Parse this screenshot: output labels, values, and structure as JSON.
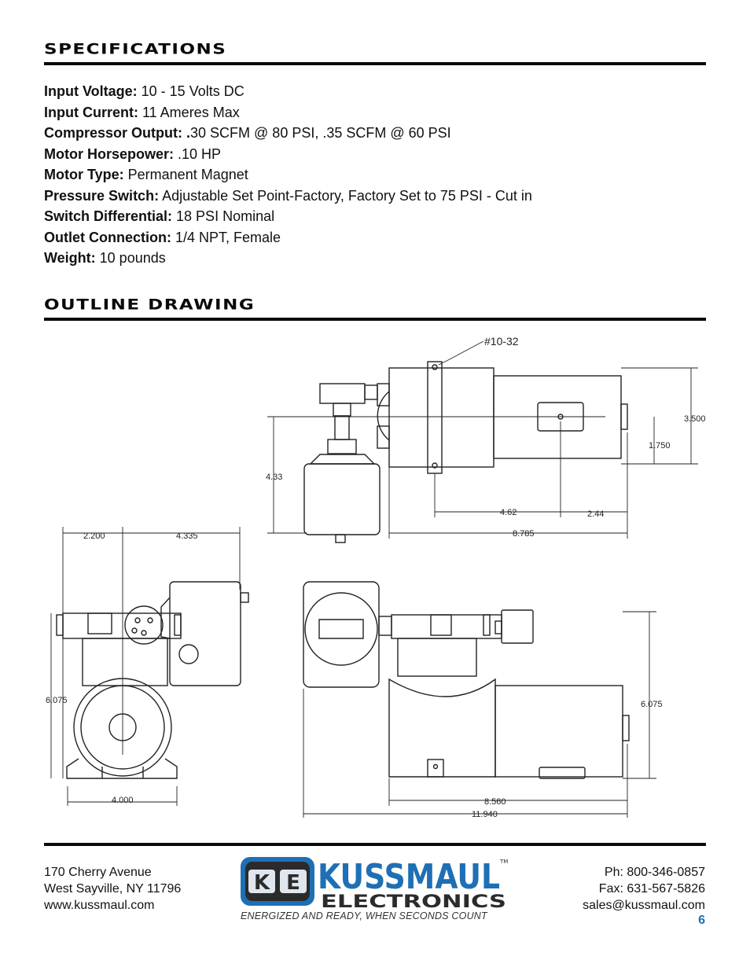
{
  "specifications": {
    "heading": "SPECIFICATIONS",
    "items": [
      {
        "label": "Input Voltage:",
        "value": " 10 - 15 Volts DC"
      },
      {
        "label": "Input Current:",
        "value": " 11 Ameres Max"
      },
      {
        "label": "Compressor Output: .",
        "value": "30 SCFM @ 80 PSI, .35 SCFM @ 60 PSI"
      },
      {
        "label": "Motor Horsepower:",
        "value": " .10 HP"
      },
      {
        "label": "Motor Type:",
        "value": " Permanent Magnet"
      },
      {
        "label": "Pressure Switch:",
        "value": " Adjustable Set Point-Factory, Factory Set to 75 PSI - Cut in"
      },
      {
        "label": "Switch Differential:",
        "value": " 18 PSI Nominal"
      },
      {
        "label": "Outlet Connection:",
        "value": " 1/4 NPT, Female"
      },
      {
        "label": "Weight:",
        "value": " 10 pounds"
      }
    ]
  },
  "outline": {
    "heading": "OUTLINE DRAWING",
    "dimensions": {
      "thread": "#10-32",
      "height_total": "3.500",
      "height_center": "1.750",
      "height_left": "4.33",
      "len_a": "4.62",
      "len_b": "2.44",
      "len_total_top": "8.785",
      "side_a": "2.200",
      "side_b": "4.335",
      "side_height": "6.075",
      "side_base": "4.000",
      "front_height": "6.075",
      "front_len": "8.560",
      "front_total": "11.940"
    }
  },
  "footer": {
    "address_line1": "170 Cherry Avenue",
    "address_line2": "West Sayville, NY 11796",
    "website": "www.kussmaul.com",
    "phone": "Ph: 800-346-0857",
    "fax": "Fax: 631-567-5826",
    "email": "sales@kussmaul.com",
    "page_number": "6"
  },
  "logo": {
    "mark": "KE",
    "name": "KUSSMAUL",
    "tm": "TM",
    "sub": "ELECTRONICS",
    "tagline": "ENERGIZED AND READY, WHEN SECONDS COUNT",
    "colors": {
      "blue": "#1f6fb5",
      "dark": "#2b2b2b"
    }
  }
}
